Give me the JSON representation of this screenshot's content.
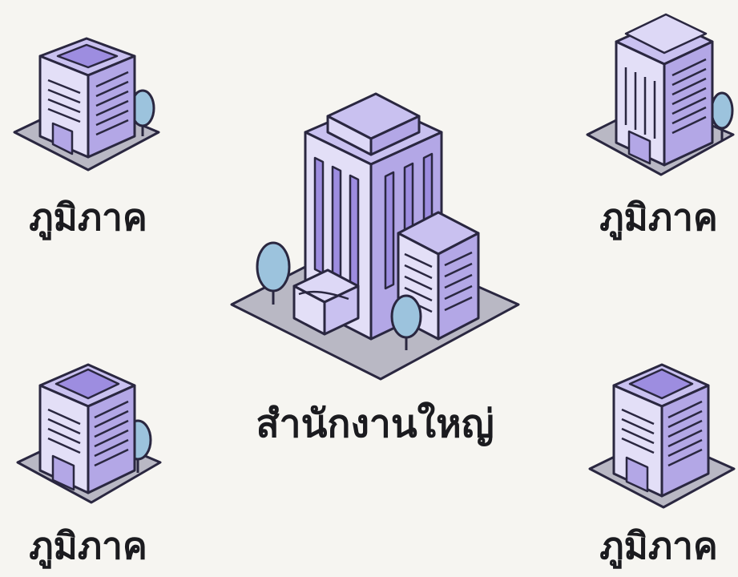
{
  "nodes": {
    "headquarters": {
      "label": "สำนักงานใหญ่"
    },
    "regional_top_left": {
      "label": "ภูมิภาค"
    },
    "regional_top_right": {
      "label": "ภูมิภาค"
    },
    "regional_bottom_left": {
      "label": "ภูมิภาค"
    },
    "regional_bottom_right": {
      "label": "ภูมิภาค"
    }
  },
  "colors": {
    "background": "#f6f5f1",
    "building_face_light": "#d9d4f5",
    "building_face_mid": "#b7ace8",
    "building_face_dark": "#9d8de0",
    "ground": "#b9b8c4",
    "tree": "#9cc3dd",
    "outline": "#2a2740"
  }
}
